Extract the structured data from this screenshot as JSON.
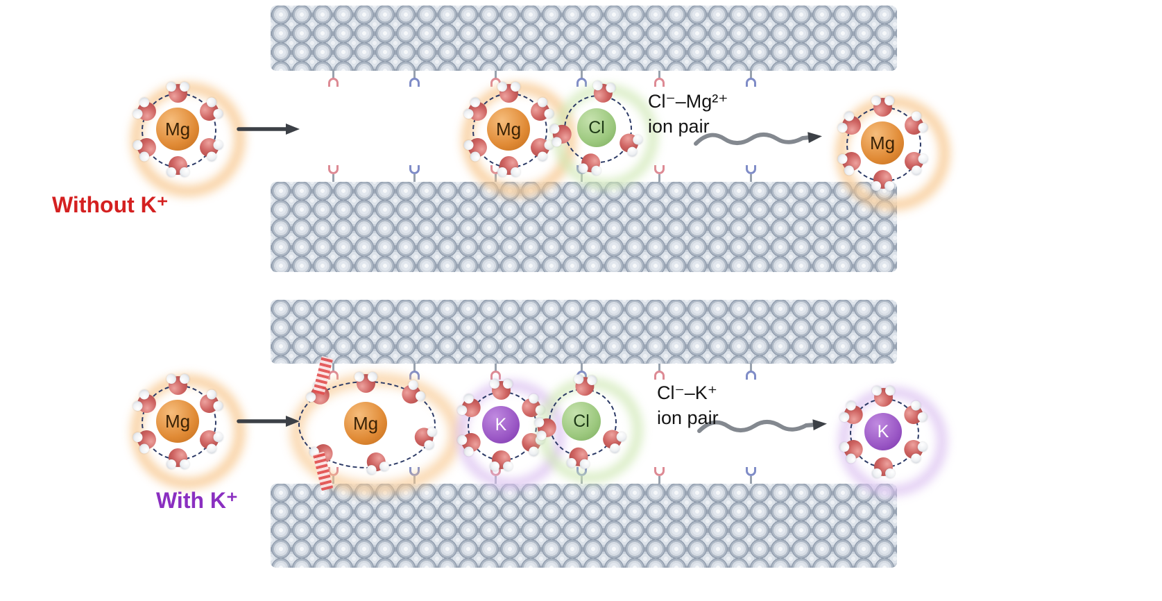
{
  "scenarios": {
    "without_k": {
      "label": "Without K⁺",
      "ion_pair_line1": "Cl⁻–Mg²⁺",
      "ion_pair_line2": "ion pair"
    },
    "with_k": {
      "label": "With K⁺",
      "ion_pair_line1": "Cl⁻–K⁺",
      "ion_pair_line2": "ion pair"
    }
  },
  "ion_labels": {
    "mg": "Mg",
    "k": "K",
    "cl": "Cl"
  },
  "colors": {
    "mg_ion": "#e08a35",
    "k_ion": "#9a57c5",
    "cl_ion": "#9cc87e",
    "water_oxygen": "#ce6361",
    "hydrogen": "#eef0f3",
    "membrane_sphere": "#d5dbe3",
    "dashed_ring": "#2c3a66",
    "mg_glow": "#f8c88f",
    "k_glow": "#dcc2f1",
    "cl_glow": "#cfe8b4",
    "functional_group_pink": "#dd8a94",
    "functional_group_blue": "#7f8cc7",
    "without_k_text": "#d42020",
    "with_k_text": "#8a2fc0",
    "arrow": "#3c4046",
    "squiggle": "#83888f"
  }
}
